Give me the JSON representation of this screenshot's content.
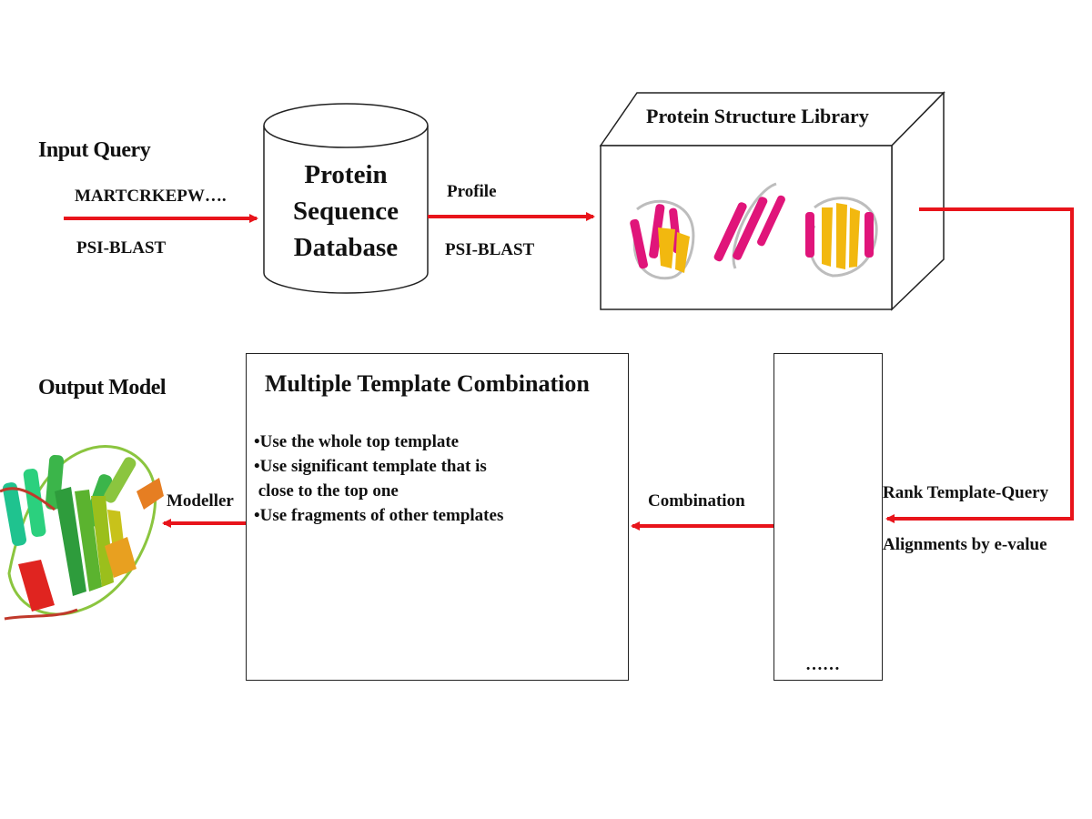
{
  "colors": {
    "arrow": "#e8141b",
    "helix": "#e0157a",
    "sheet": "#f2b80f",
    "coil": "#bdbdbd",
    "model_green": "#3bb54a",
    "model_red": "#e02420"
  },
  "input": {
    "title": "Input Query",
    "sequence": "MARTCRKEPW….",
    "method": "PSI-BLAST"
  },
  "database": {
    "line1": "Protein",
    "line2": "Sequence",
    "line3": "Database"
  },
  "profile_arrow": {
    "top": "Profile",
    "bottom": "PSI-BLAST"
  },
  "library": {
    "title": "Protein Structure Library"
  },
  "rank": {
    "line1": "Rank Template-Query",
    "line2": "Alignments by e-value"
  },
  "templates": {
    "ellipsis": "……"
  },
  "combination_arrow": {
    "label": "Combination"
  },
  "combination_box": {
    "title": "Multiple Template Combination",
    "bullets": [
      "•Use the whole top template",
      "•Use significant template that is",
      " close to the top one",
      "•Use fragments of other templates"
    ]
  },
  "output": {
    "title": "Output Model",
    "arrow_label": "Modeller"
  }
}
